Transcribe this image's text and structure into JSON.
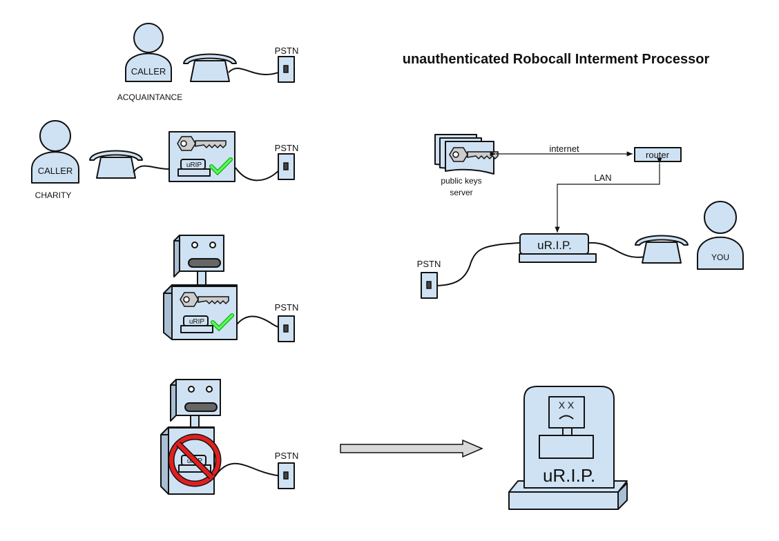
{
  "title": "unauthenticated Robocall Interment Processor",
  "labels": {
    "caller": "CALLER",
    "acquaintance": "ACQUAINTANCE",
    "charity": "CHARITY",
    "pstn": "PSTN",
    "urip_small": "uRIP",
    "urip_device": "uR.I.P.",
    "tombstone": "uR.I.P.",
    "internet": "internet",
    "router": "router",
    "lan": "LAN",
    "keys_server_line1": "public keys",
    "keys_server_line2": "server",
    "you": "YOU",
    "dead_eyes": "X X"
  },
  "colors": {
    "fill": "#cfe2f3",
    "side": "#a9bfd4",
    "check": "#33cc33",
    "prohibit": "#e02020",
    "arrow": "#d9d9d9",
    "mouth": "#666666"
  }
}
